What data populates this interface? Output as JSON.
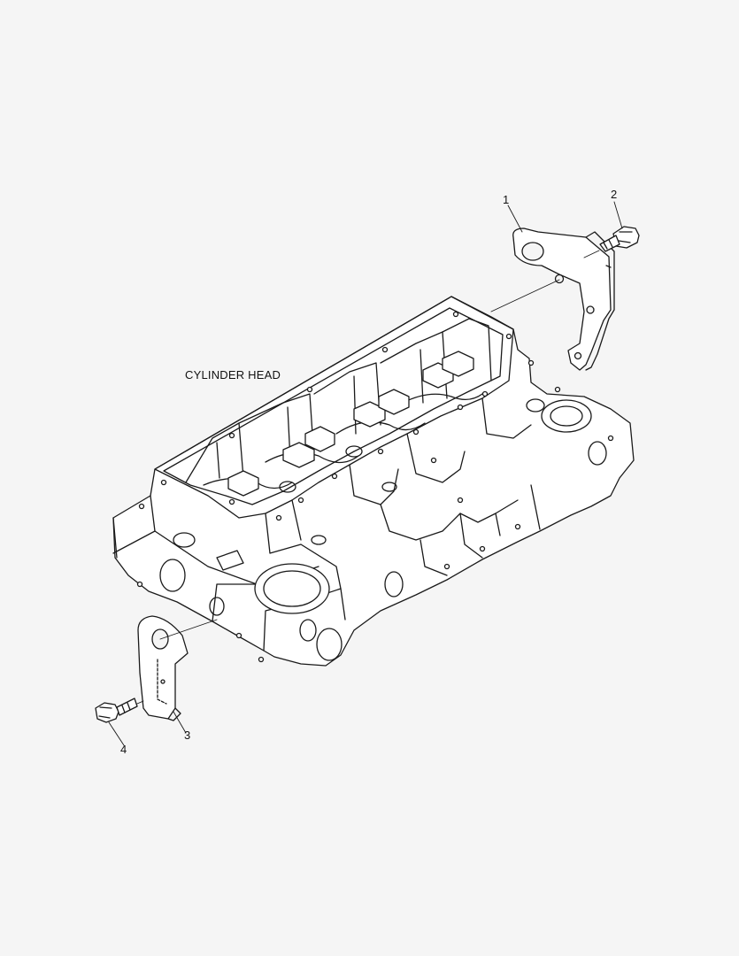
{
  "diagram": {
    "main_part_label": "CYLINDER HEAD",
    "callouts": [
      {
        "number": "1",
        "part": "front lifting bracket"
      },
      {
        "number": "2",
        "part": "bolt"
      },
      {
        "number": "3",
        "part": "rear lifting bracket"
      },
      {
        "number": "4",
        "part": "bolt"
      }
    ]
  }
}
